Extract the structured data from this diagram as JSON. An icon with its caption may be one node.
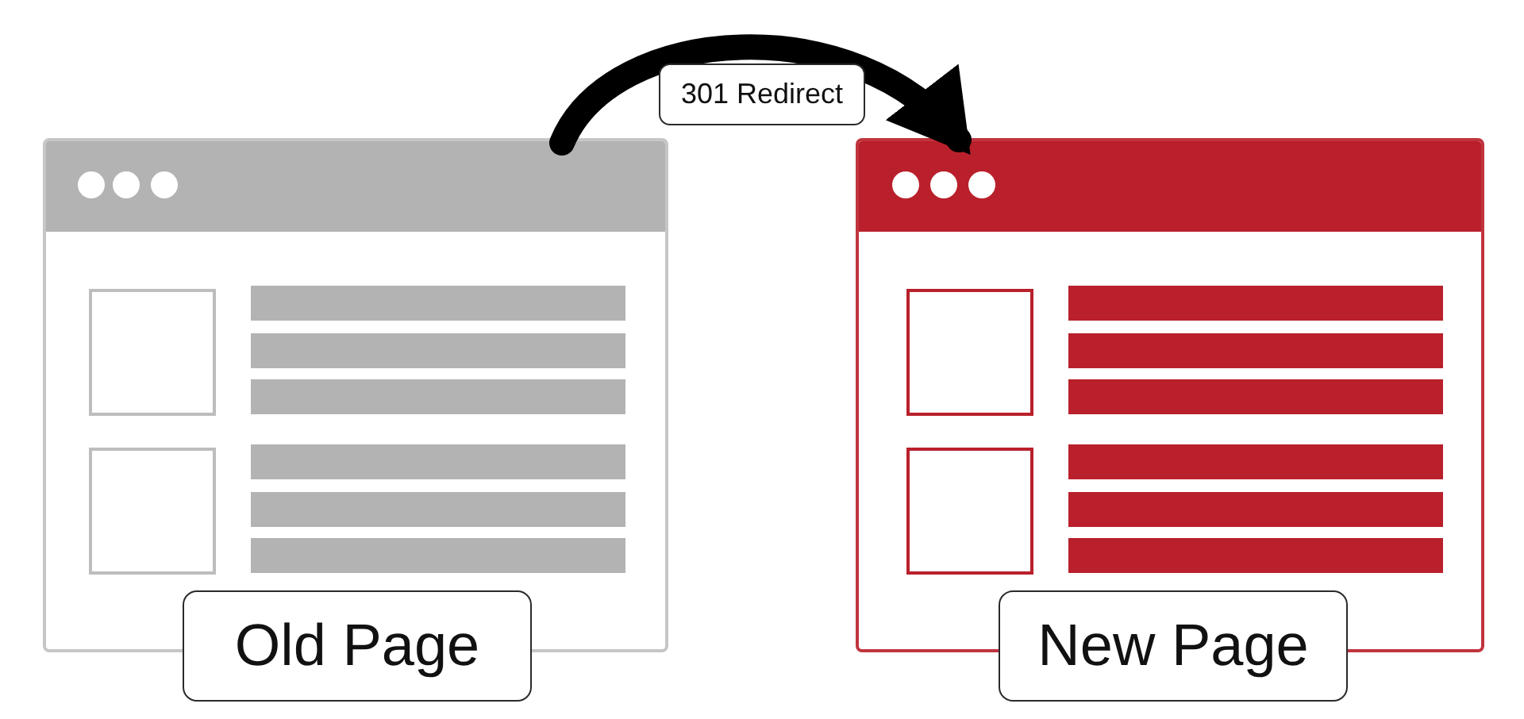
{
  "diagram": {
    "nodes": [
      {
        "text": [
          "Old Page"
        ]
      },
      {
        "text": [
          "New Page"
        ]
      }
    ],
    "edges": [
      {
        "from": 0,
        "to": 1,
        "arrow": "to",
        "label": "301 Redirect"
      }
    ]
  }
}
